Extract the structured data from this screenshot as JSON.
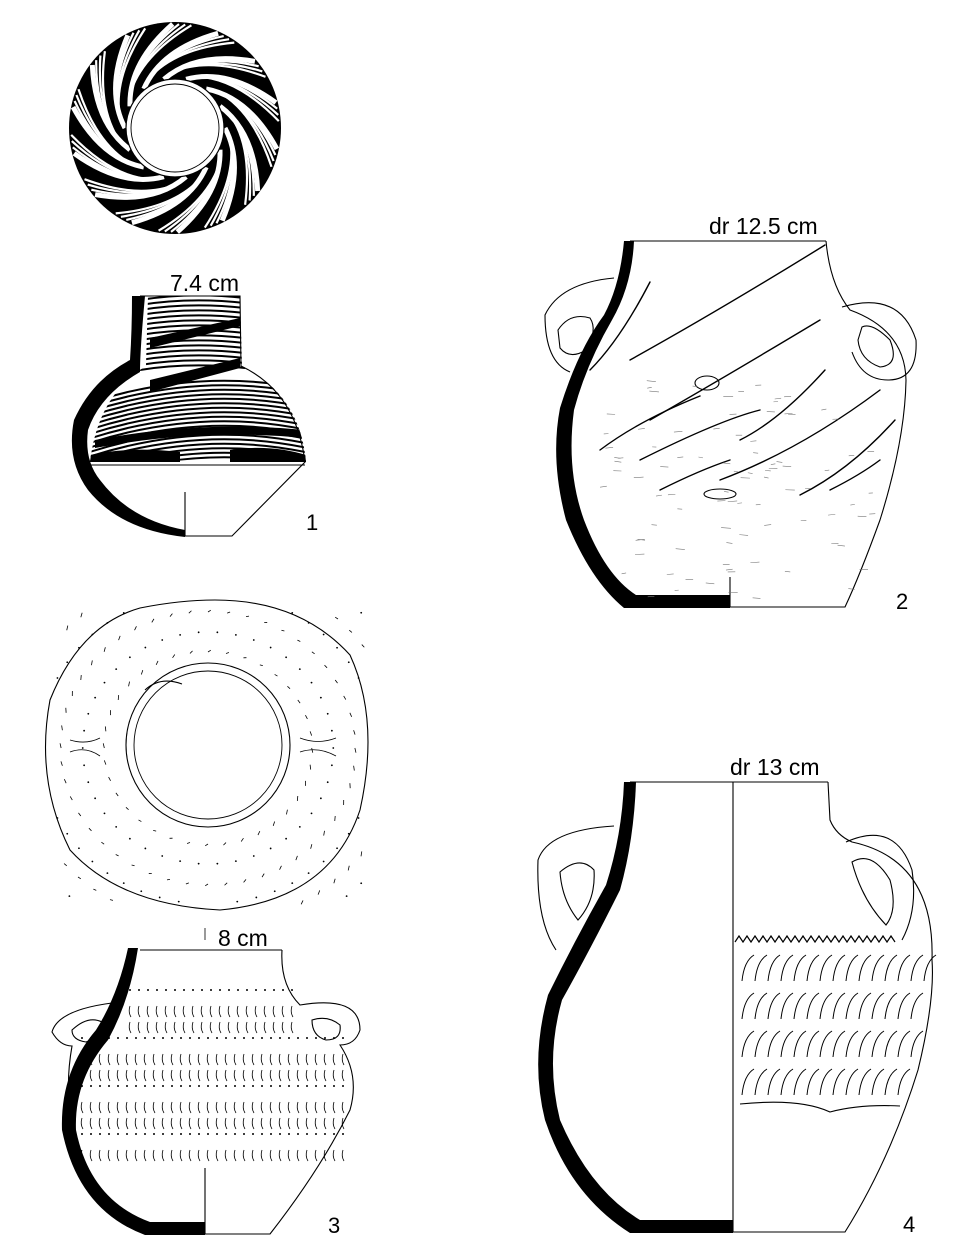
{
  "figures": [
    {
      "number": "1",
      "dimension": "7.4 cm"
    },
    {
      "number": "2",
      "dimension": "dr  12.5 cm"
    },
    {
      "number": "3",
      "dimension": "8 cm"
    },
    {
      "number": "4",
      "dimension": "dr  13 cm"
    }
  ]
}
